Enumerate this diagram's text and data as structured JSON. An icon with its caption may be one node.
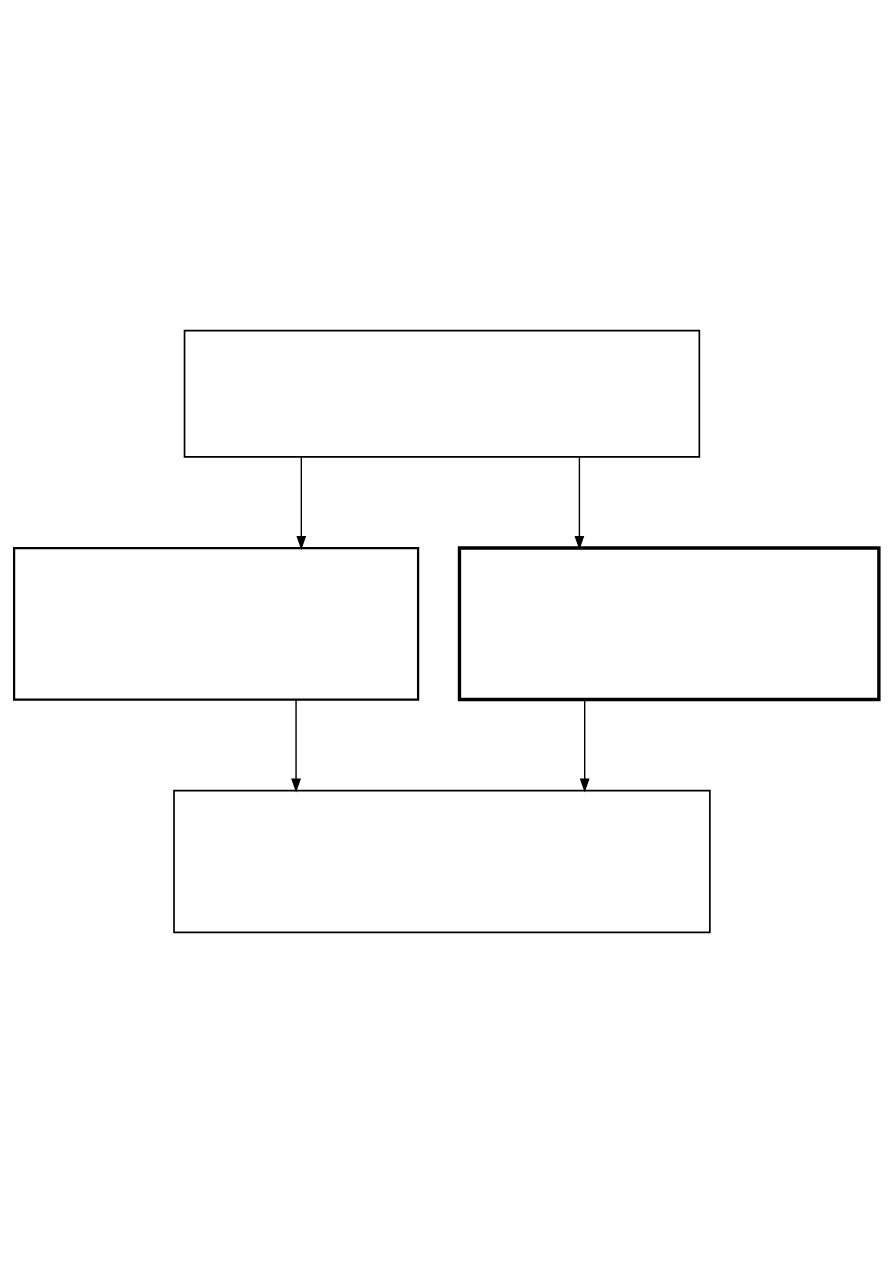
{
  "diagram": {
    "nodes": [
      {
        "text": [],
        "shape": "box"
      },
      {
        "text": [],
        "shape": "box"
      },
      {
        "text": [],
        "shape": "box"
      },
      {
        "text": [],
        "shape": "box"
      }
    ],
    "edges": [
      {
        "from": 0,
        "to": 1,
        "arrow": "to"
      },
      {
        "from": 0,
        "to": 2,
        "arrow": "to"
      },
      {
        "from": 1,
        "to": 3,
        "arrow": "to"
      },
      {
        "from": 2,
        "to": 3,
        "arrow": "to"
      }
    ]
  }
}
